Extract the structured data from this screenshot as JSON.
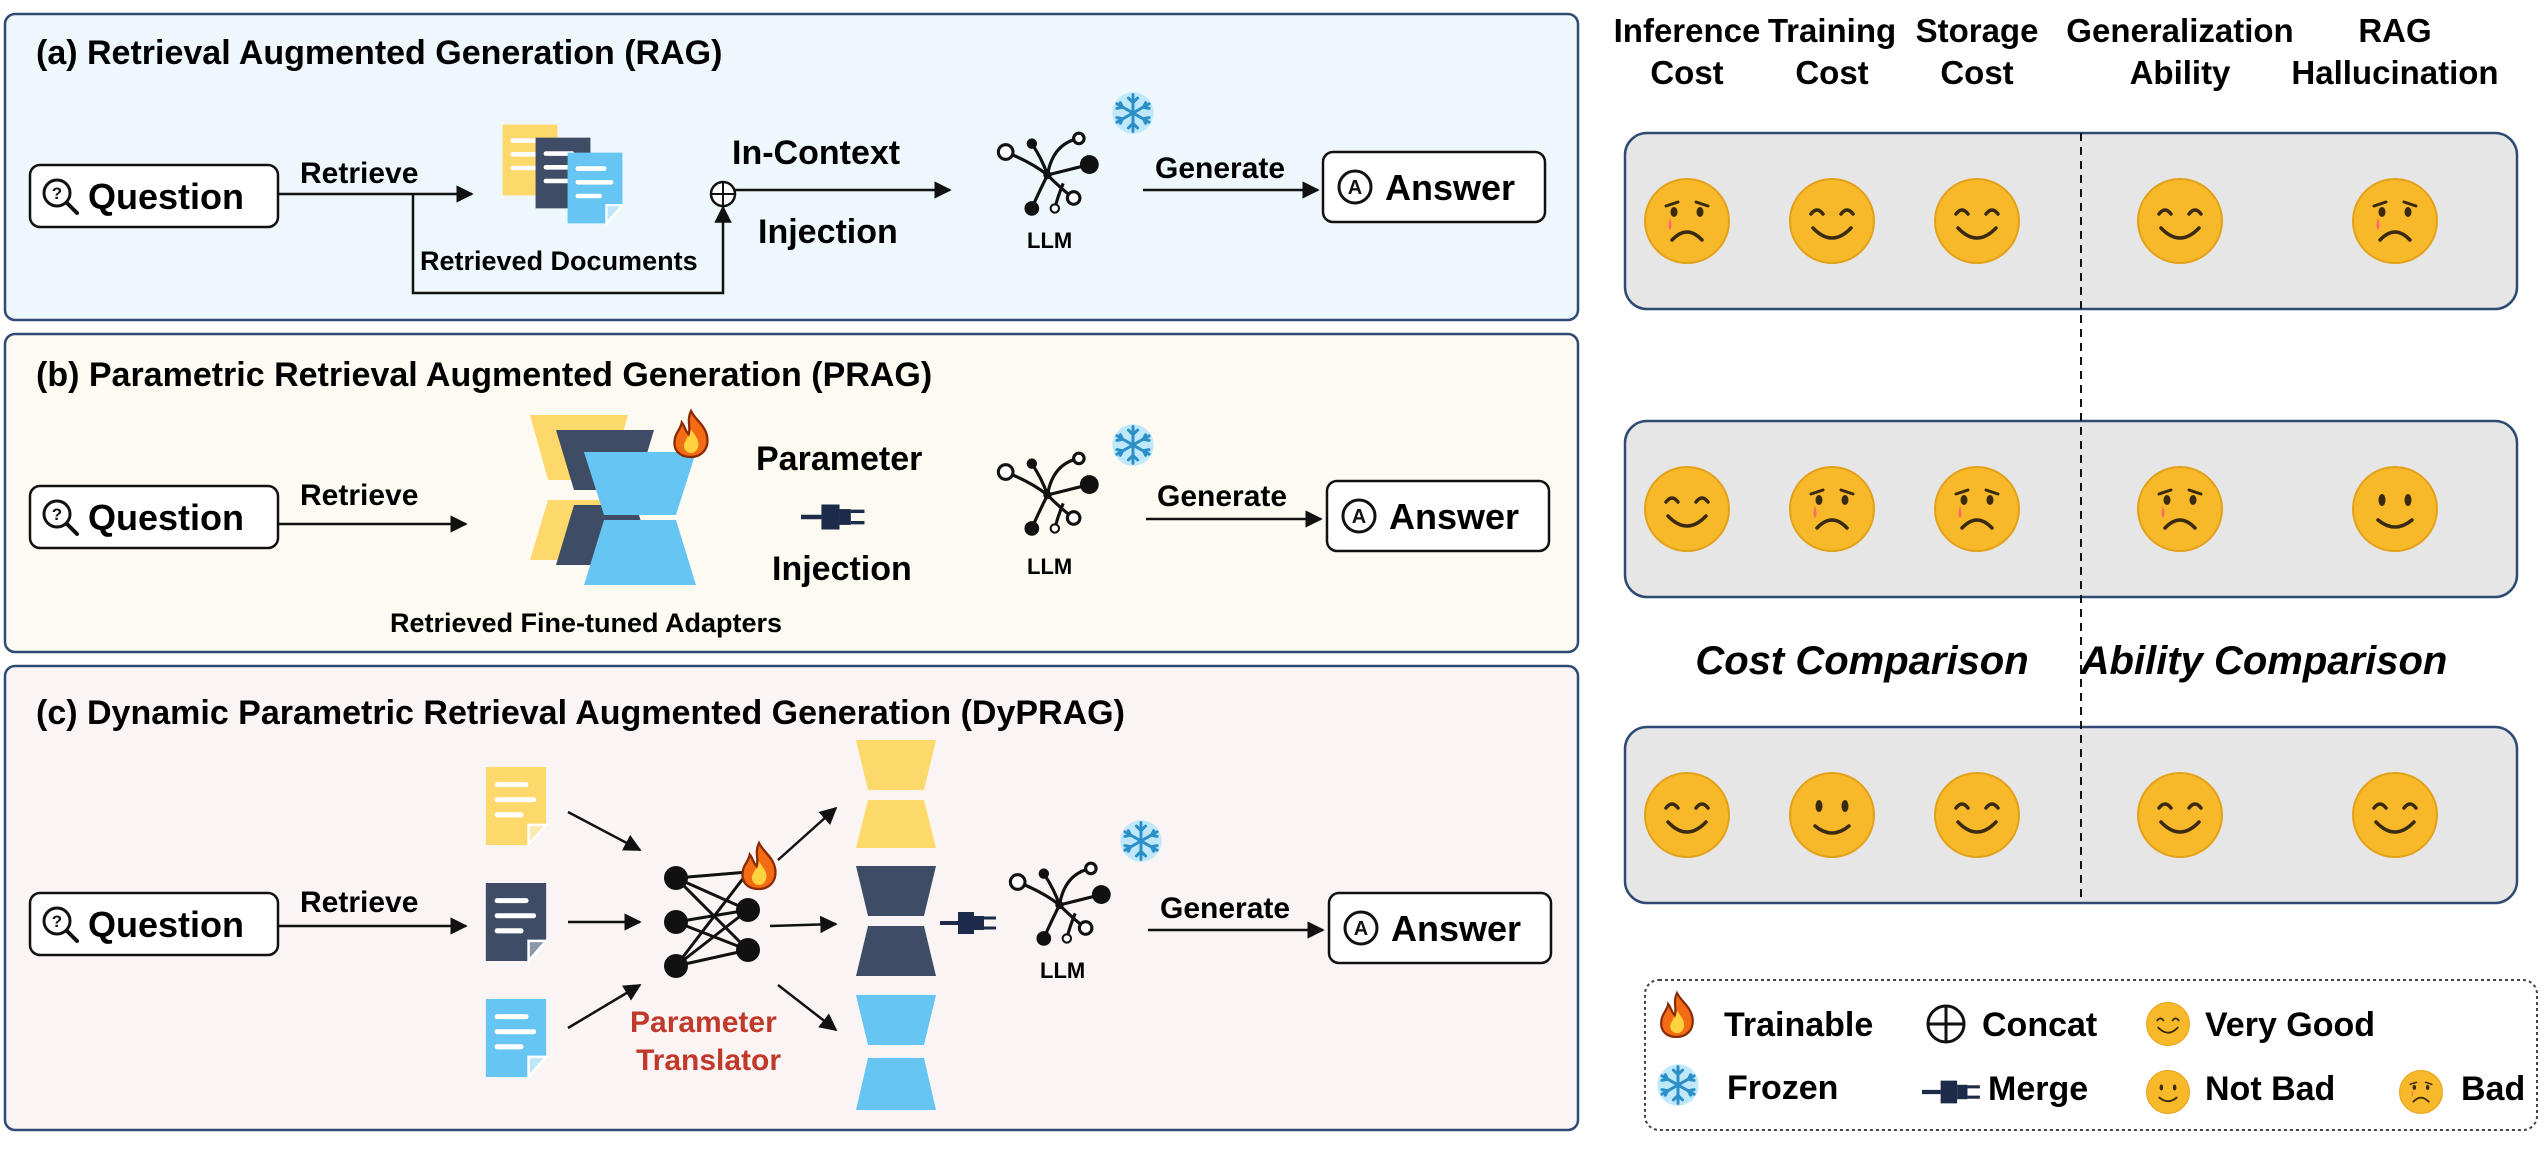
{
  "panels": {
    "rag": {
      "title": "(a) Retrieval Augmented Generation (RAG)",
      "question": "Question",
      "retrieve": "Retrieve",
      "retrieved_docs": "Retrieved Documents",
      "in_context": "In-Context",
      "injection": "Injection",
      "llm": "LLM",
      "generate": "Generate",
      "answer": "Answer",
      "bg_color": "#eef8fc"
    },
    "prag": {
      "title": "(b) Parametric Retrieval Augmented Generation (PRAG)",
      "question": "Question",
      "retrieve": "Retrieve",
      "adapters": "Retrieved Fine-tuned Adapters",
      "parameter": "Parameter",
      "injection": "Injection",
      "llm": "LLM",
      "generate": "Generate",
      "answer": "Answer",
      "bg_color": "#fdfbf1"
    },
    "dyprag": {
      "title": "(c) Dynamic Parametric Retrieval Augmented Generation (DyPRAG)",
      "question": "Question",
      "retrieve": "Retrieve",
      "translator_line1": "Parameter",
      "translator_line2": "Translator",
      "llm": "LLM",
      "generate": "Generate",
      "answer": "Answer",
      "bg_color": "#fbf4f4"
    }
  },
  "comparison": {
    "headers": [
      {
        "line1": "Inference",
        "line2": "Cost"
      },
      {
        "line1": "Training",
        "line2": "Cost"
      },
      {
        "line1": "Storage",
        "line2": "Cost"
      },
      {
        "line1": "Generalization",
        "line2": "Ability"
      },
      {
        "line1": "RAG",
        "line2": "Hallucination"
      }
    ],
    "rows": [
      [
        "bad",
        "very_good",
        "very_good",
        "very_good",
        "bad"
      ],
      [
        "very_good",
        "bad",
        "bad",
        "bad",
        "not_bad"
      ],
      [
        "very_good",
        "not_bad",
        "very_good",
        "very_good",
        "very_good"
      ]
    ],
    "cost_label": "Cost Comparison",
    "ability_label": "Ability Comparison"
  },
  "legend": {
    "trainable": "Trainable",
    "frozen": "Frozen",
    "concat": "Concat",
    "merge": "Merge",
    "very_good": "Very Good",
    "not_bad": "Not Bad",
    "bad": "Bad"
  },
  "colors": {
    "yellow": "#fdd86b",
    "navy": "#3f4c66",
    "blue": "#66c5f2",
    "translator_red": "#c0392b",
    "smiley": "#f7b929",
    "row_bg": "#e6e6e6",
    "frozen": "#7fd0f5",
    "fire": "#f36b12"
  }
}
